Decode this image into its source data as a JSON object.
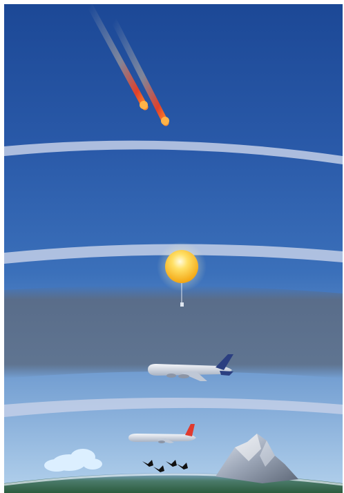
{
  "diagram": {
    "layers": [
      {
        "id": "upper",
        "color_top": "#1d4a9a",
        "color_bottom": "#2d5fae"
      },
      {
        "id": "mesosphere",
        "color_top": "#2d5fae",
        "color_bottom": "#3a72bc"
      },
      {
        "id": "stratosphere",
        "color_top": "#3a72bc",
        "color_bottom": "#6f98c9"
      },
      {
        "id": "troposphere",
        "color_top": "#8db3dc",
        "color_bottom": "#a9c9e8"
      }
    ],
    "haze_band_color": "#5d6e86",
    "boundary_color": "#c3cfe8",
    "objects": [
      {
        "name": "meteor",
        "count": 2,
        "icon": "meteor-icon",
        "color": "#e8442a"
      },
      {
        "name": "weather-balloon",
        "icon": "balloon-icon",
        "color": "#f7b91b"
      },
      {
        "name": "jet-airliner",
        "icon": "airplane-icon",
        "color": "#2a3f7a"
      },
      {
        "name": "passenger-plane",
        "icon": "airplane-icon",
        "color": "#e03a2e"
      },
      {
        "name": "cloud",
        "icon": "cloud-icon",
        "color": "#d8ecff"
      },
      {
        "name": "birds",
        "count": 4,
        "icon": "bird-icon",
        "color": "#111111"
      },
      {
        "name": "mountain",
        "icon": "mountain-icon",
        "color": "#a7b0c0"
      },
      {
        "name": "earth-surface",
        "icon": "globe-icon",
        "color": "#3a6a4a"
      }
    ]
  }
}
